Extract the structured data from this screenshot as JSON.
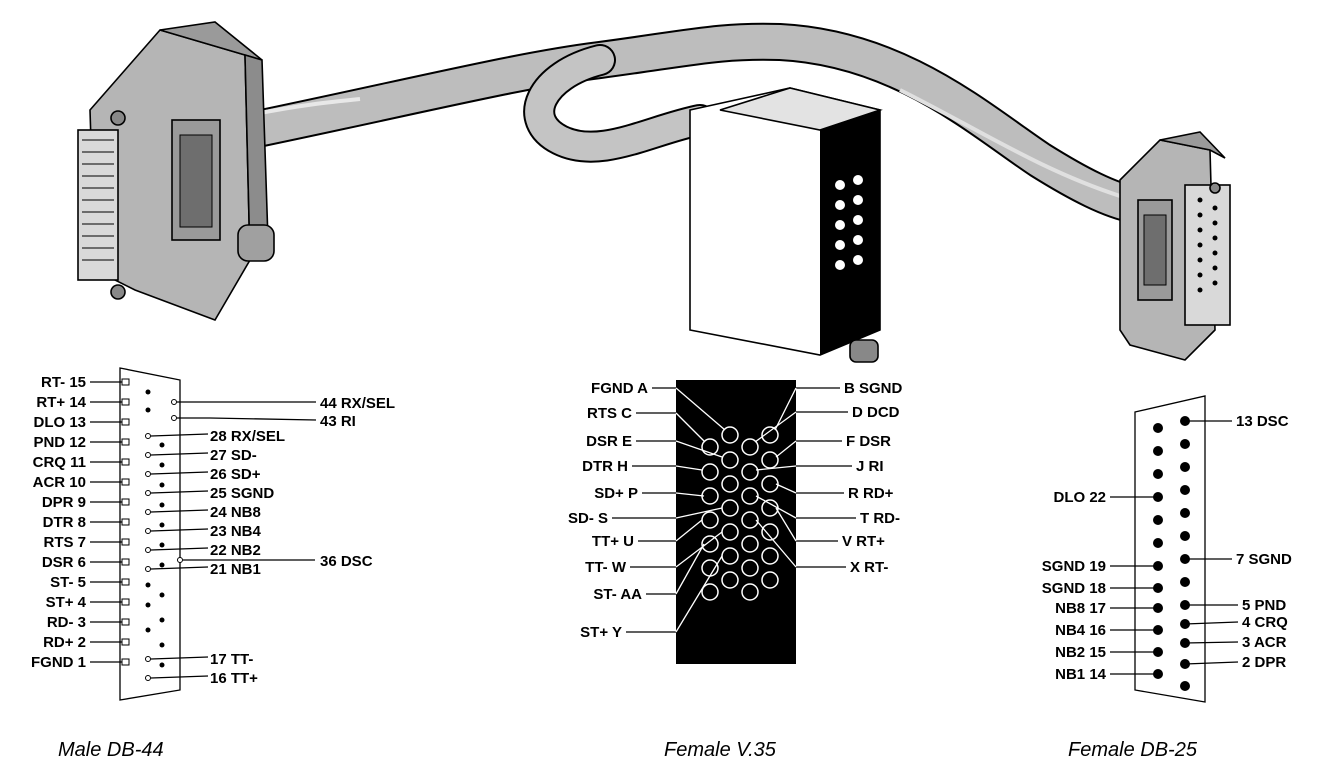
{
  "captions": {
    "db44": "Male DB-44",
    "v35": "Female V.35",
    "db25": "Female DB-25"
  },
  "db44_left": [
    "RT- 15",
    "RT+ 14",
    "DLO 13",
    "PND 12",
    "CRQ 11",
    "ACR 10",
    "DPR 9",
    "DTR 8",
    "RTS 7",
    "DSR 6",
    "ST- 5",
    "ST+ 4",
    "RD- 3",
    "RD+ 2",
    "FGND 1"
  ],
  "db44_right_far": [
    "44 RX/SEL",
    "43 RI",
    "36 DSC"
  ],
  "db44_right_mid": [
    "28 RX/SEL",
    "27 SD-",
    "26 SD+",
    "25 SGND",
    "24 NB8",
    "23 NB4",
    "22 NB2",
    "21 NB1",
    "17 TT-",
    "16 TT+"
  ],
  "v35_left": [
    "FGND A",
    "RTS C",
    "DSR E",
    "DTR H",
    "SD+ P",
    "SD- S",
    "TT+ U",
    "TT- W",
    "ST- AA",
    "ST+ Y"
  ],
  "v35_right": [
    "B SGND",
    "D DCD",
    "F DSR",
    "J RI",
    "R RD+",
    "T RD-",
    "V RT+",
    "X RT-"
  ],
  "db25_left": [
    "DLO 22",
    "SGND 19",
    "SGND 18",
    "NB8 17",
    "NB4 16",
    "NB2 15",
    "NB1 14"
  ],
  "db25_right": [
    "13 DSC",
    "7 SGND",
    "5 PND",
    "4 CRQ",
    "3 ACR",
    "2 DPR"
  ],
  "colors": {
    "ink": "#000000",
    "cable": "#bdbdbd",
    "connector": "#b5b5b5",
    "adapter_face": "#000000",
    "background": "#ffffff"
  }
}
